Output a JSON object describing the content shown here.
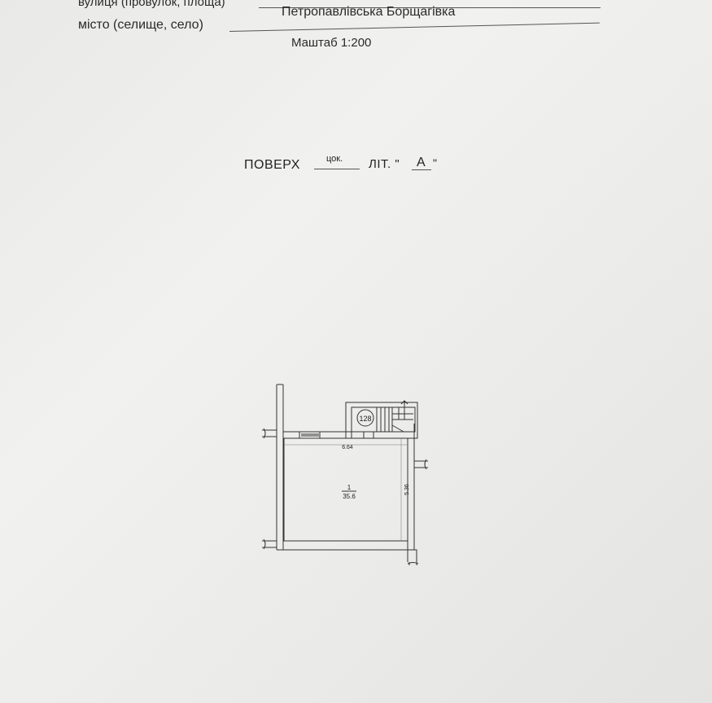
{
  "header": {
    "street_label": "вулиця (провулок, площа)",
    "city_label": "місто (селище, село)",
    "city_value": "Петропавлівська Борщагівка",
    "scale": "Маштаб 1:200"
  },
  "floor": {
    "label": "ПОВЕРХ",
    "value": "цок.",
    "lit_label": "ЛІТ. \"",
    "lit_value": "А",
    "lit_close": "\""
  },
  "plan": {
    "stair_number": "128",
    "room_number": "1",
    "room_area": "35.6",
    "width_dim": "6.64",
    "height_dim": "5.36"
  }
}
